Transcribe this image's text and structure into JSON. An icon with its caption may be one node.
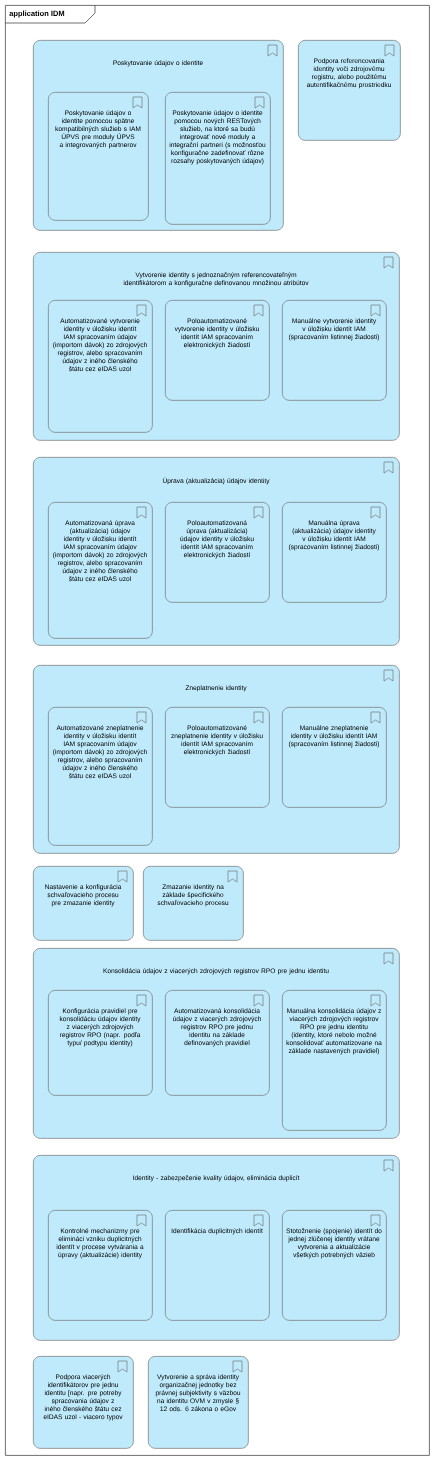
{
  "diagram": {
    "nodes": [
      {
        "text": [
          "application IDM"
        ]
      },
      {
        "text": [
          "Poskytovanie údajov o identite"
        ],
        "in": 0
      },
      {
        "text": [
          "Poskytovanie údajov o identite pomocou spätne kompatibilných služieb s IAM ÚPVS pre moduly ÚPVS a integrovaných partnerov"
        ],
        "in": 1
      },
      {
        "text": [
          "Poskytovanie údajov o identite pomocou nových RESTových služieb, na ktoré sa budú integrovať nové moduly a integrační partneri (s možnosťou konfiguračne zadefinovať rôzne rozsahy poskytovaných údajov)"
        ],
        "in": 1
      },
      {
        "text": [
          "Podpora referencovania identity voči zdrojovému registru, alebo použitému autentifikačnému prostriedku"
        ],
        "in": 0
      },
      {
        "text": [
          "Vytvorenie identity s jednoznačným referencovateľným identifikátorom a konfiguračne definovanou množinou atribútov"
        ],
        "in": 0
      },
      {
        "text": [
          "Automatizované vytvorenie identity v úložisku identít IAM spracovaním údajov (importom dávok) zo zdrojových registrov, alebo spracovaním údajov z iného členského štátu cez eIDAS uzol"
        ],
        "in": 5
      },
      {
        "text": [
          "Poloautomatizované vytvorenie identity v úložisku identít IAM spracovaním elektronických žiadostí"
        ],
        "in": 5
      },
      {
        "text": [
          "Manuálne vytvorenie identity v úložisku identít IAM (spracovaním listinnej žiadosti)"
        ],
        "in": 5
      },
      {
        "text": [
          "Úprava (aktualizácia) údajov identity"
        ],
        "in": 0
      },
      {
        "text": [
          "Automatizovaná úprava (aktualizácia) údajov identity v úložisku identít IAM spracovaním údajov (importom dávok) zo zdrojových registrov, alebo spracovaním údajov z iného členského štátu cez eIDAS uzol"
        ],
        "in": 9
      },
      {
        "text": [
          "Poloautomatizovaná úprava (aktualizácia) údajov identity v úložisku identít IAM spracovaním elektronických žiadostí"
        ],
        "in": 9
      },
      {
        "text": [
          "Manuálna úprava (aktualizácia) údajov identity v úložisku identít IAM (spracovaním listinnej žiadosti)"
        ],
        "in": 9
      },
      {
        "text": [
          "Zneplatnenie identity"
        ],
        "in": 0
      },
      {
        "text": [
          "Automatizované zneplatnenie identity v úložisku identít IAM spracovaním údajov (importom dávok) zo zdrojových registrov, alebo spracovaním údajov z iného členského štátu cez eIDAS uzol"
        ],
        "in": 13
      },
      {
        "text": [
          "Poloautomatizované zneplatnenie identity v úložisku identít IAM spracovaním elektronických žiadostí"
        ],
        "in": 13
      },
      {
        "text": [
          "Manuálne zneplatnenie identity v úložisku identít IAM (spracovaním listinnej žiadosti)"
        ],
        "in": 13
      },
      {
        "text": [
          "Nastavenie a konfigurácia schvaľovacieho procesu pre zmazanie identity"
        ],
        "in": 0
      },
      {
        "text": [
          "Zmazanie identity na základe špecifického schvaľovacieho procesu"
        ],
        "in": 0
      },
      {
        "text": [
          "Konsolidácia údajov z viacerých zdrojových registrov RPO pre jednu identitu"
        ],
        "in": 0
      },
      {
        "text": [
          "Konfigurácia pravidiel pre konsolidáciu údajov identity z viacerých zdrojových registrov RPO (napr. podľa typu/ podtypu identity)"
        ],
        "in": 19
      },
      {
        "text": [
          "Automatizovaná konsolidácia údajov z viacerých zdrojových registrov RPO pre jednu identitu na základe definovaných pravidiel"
        ],
        "in": 19
      },
      {
        "text": [
          "Manuálna konsolidácia údajov z viacerých zdrojových registrov RPO pre jednu identitu (identity, ktoré nebolo možné konsolidovať automatizovane na základe nastavených pravidiel)"
        ],
        "in": 19
      },
      {
        "text": [
          "Identity - zabezpečenie kvality údajov, eliminácia duplicít"
        ],
        "in": 0
      },
      {
        "text": [
          "Kontrolné mechanizmy pre elimináci vzniku duplicitných identít v procese vytvárania a úpravy (aktualizácie) identity"
        ],
        "in": 23
      },
      {
        "text": [
          "Identifikácia duplicitných identít"
        ],
        "in": 23
      },
      {
        "text": [
          "Stotožnenie (spojenie) identít do jednej zlúčenej identity vrátane vytvorenia a aktualizácie všetkých potrebných väzieb"
        ],
        "in": 23
      },
      {
        "text": [
          "Podpora viacerých identifikátorov pre jednu identitu [napr. pre potreby spracovania údajov z iného členského štátu cez eIDAS uzol - viacero typov"
        ],
        "in": 0
      },
      {
        "text": [
          "Vytvorenie a správa identity organizačnej jednotky bez právnej subjektivity s väzbou na identitu OVM v zmysle § 12 ods. 6 zákona o eGov"
        ],
        "in": 0
      }
    ]
  }
}
